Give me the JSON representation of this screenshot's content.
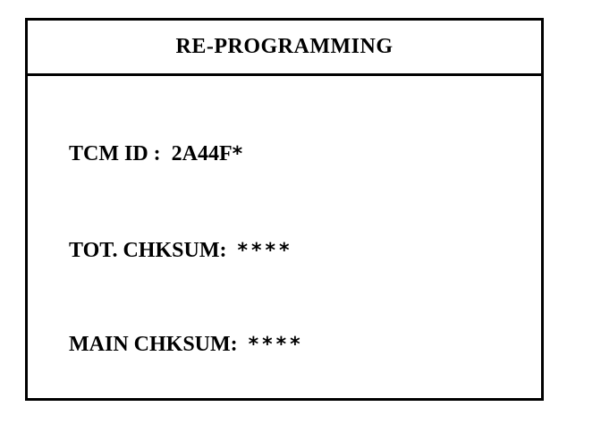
{
  "screen": {
    "title": "RE-PROGRAMMING"
  },
  "fields": {
    "tcm_id": {
      "label": "TCM ID :",
      "value": "2A44F",
      "masked_suffix": "*"
    },
    "total_checksum": {
      "label": "TOT. CHKSUM:",
      "masked_value": "****"
    },
    "main_checksum": {
      "label": "MAIN CHKSUM:",
      "masked_value": "****"
    }
  }
}
